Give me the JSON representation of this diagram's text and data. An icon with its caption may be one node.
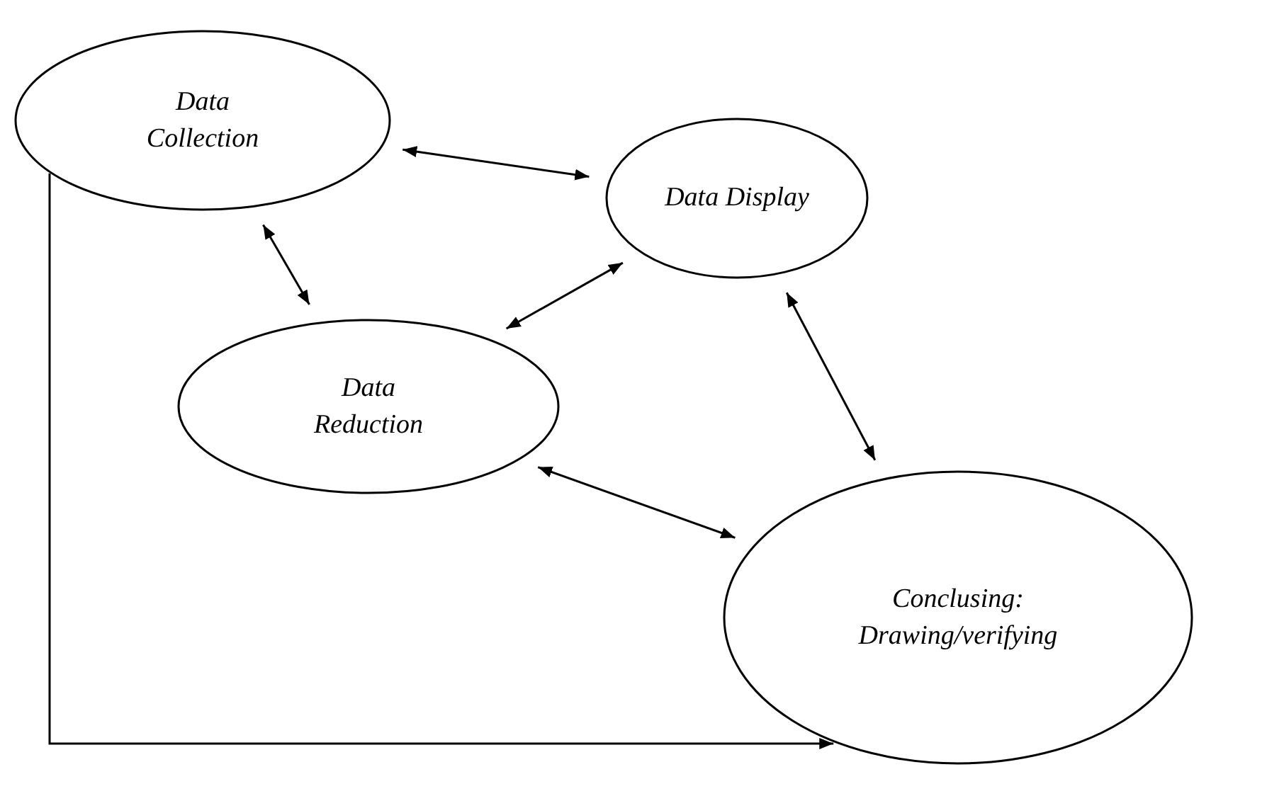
{
  "diagram": {
    "nodes": [
      {
        "text": [
          "Data Collection"
        ]
      },
      {
        "text": [
          "Data Display"
        ]
      },
      {
        "text": [
          "Data Reduction"
        ]
      },
      {
        "text": [
          "Conclusing: Drawing/verifying"
        ]
      }
    ],
    "edges": [
      {
        "from": 0,
        "to": 1,
        "arrow": "both"
      },
      {
        "from": 0,
        "to": 2,
        "arrow": "both"
      },
      {
        "from": 2,
        "to": 1,
        "arrow": "both"
      },
      {
        "from": 1,
        "to": 3,
        "arrow": "both"
      },
      {
        "from": 2,
        "to": 3,
        "arrow": "both"
      },
      {
        "from": 0,
        "to": 3,
        "arrow": "to"
      }
    ]
  }
}
